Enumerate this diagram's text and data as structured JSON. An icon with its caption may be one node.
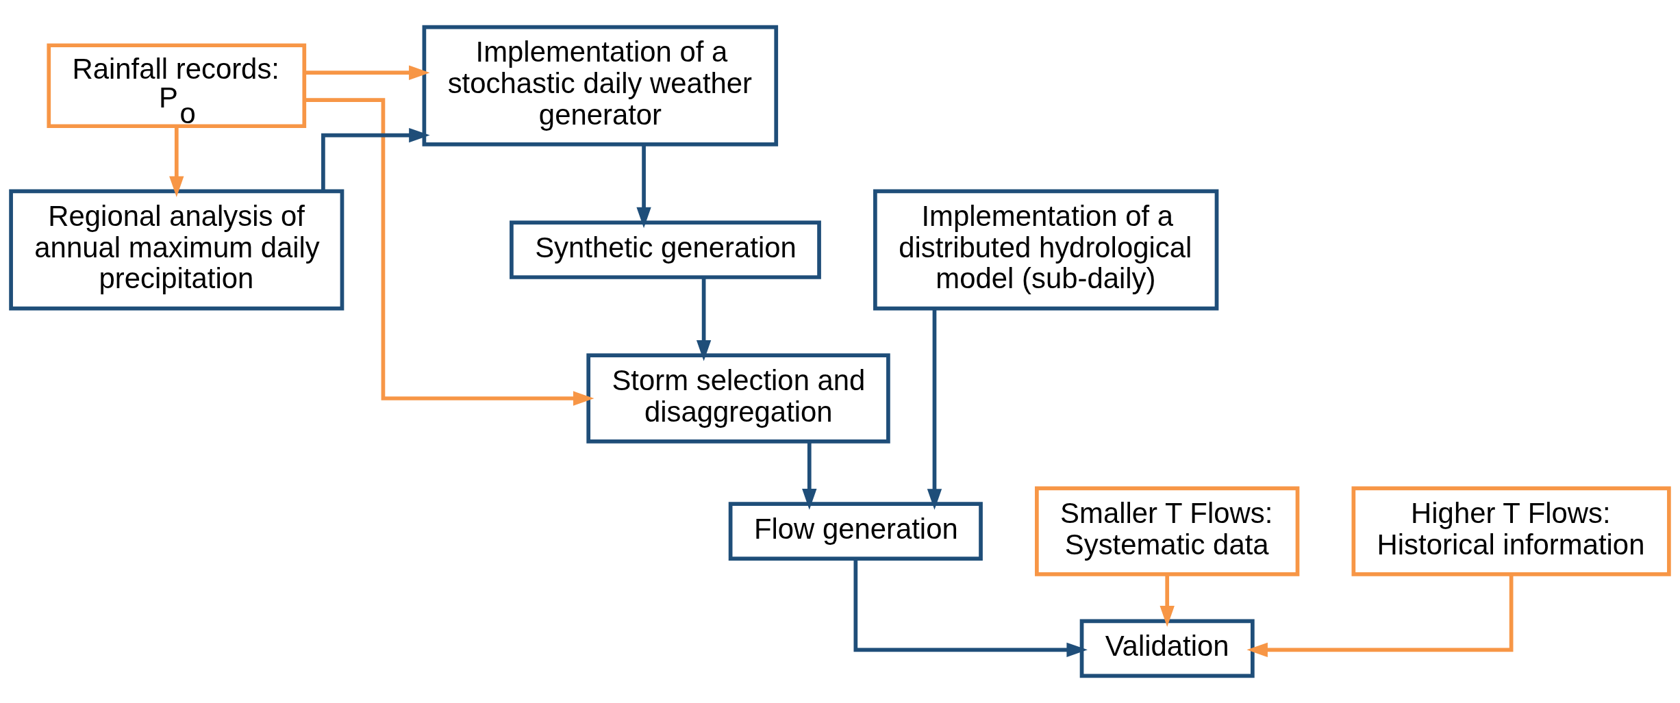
{
  "diagram": {
    "nodes": [
      {
        "text": [
          "Rainfall records: P$_{o}$"
        ]
      },
      {
        "text": [
          "Regional analysis of annual maximum daily precipitation"
        ]
      },
      {
        "text": [
          "Implementation of a stochastic daily weather generator"
        ]
      },
      {
        "text": [
          "Synthetic generation"
        ]
      },
      {
        "text": [
          "Storm selection and disaggregation"
        ]
      },
      {
        "text": [
          "Implementation of a distributed hydrological model (sub-daily)"
        ]
      },
      {
        "text": [
          "Flow generation"
        ]
      },
      {
        "text": [
          "Validation"
        ]
      },
      {
        "text": [
          "Smaller T Flows: Systematic data"
        ]
      },
      {
        "text": [
          "Higher T Flows: Historical information"
        ]
      }
    ],
    "edges": [
      {
        "from": 0,
        "to": 1,
        "arrow": "to",
        "color": "#f79646"
      },
      {
        "from": 0,
        "to": 2,
        "arrow": "to",
        "color": "#f79646"
      },
      {
        "from": 0,
        "to": 4,
        "arrow": "to",
        "color": "#f79646"
      },
      {
        "from": 1,
        "to": 2,
        "arrow": "to"
      },
      {
        "from": 2,
        "to": 3,
        "arrow": "to"
      },
      {
        "from": 3,
        "to": 4,
        "arrow": "to"
      },
      {
        "from": 4,
        "to": 6,
        "arrow": "to"
      },
      {
        "from": 5,
        "to": 6,
        "arrow": "to"
      },
      {
        "from": 6,
        "to": 7,
        "arrow": "to"
      },
      {
        "from": 8,
        "to": 7,
        "arrow": "to",
        "color": "#f79646"
      },
      {
        "from": 9,
        "to": 7,
        "arrow": "to",
        "color": "#f79646"
      }
    ]
  }
}
